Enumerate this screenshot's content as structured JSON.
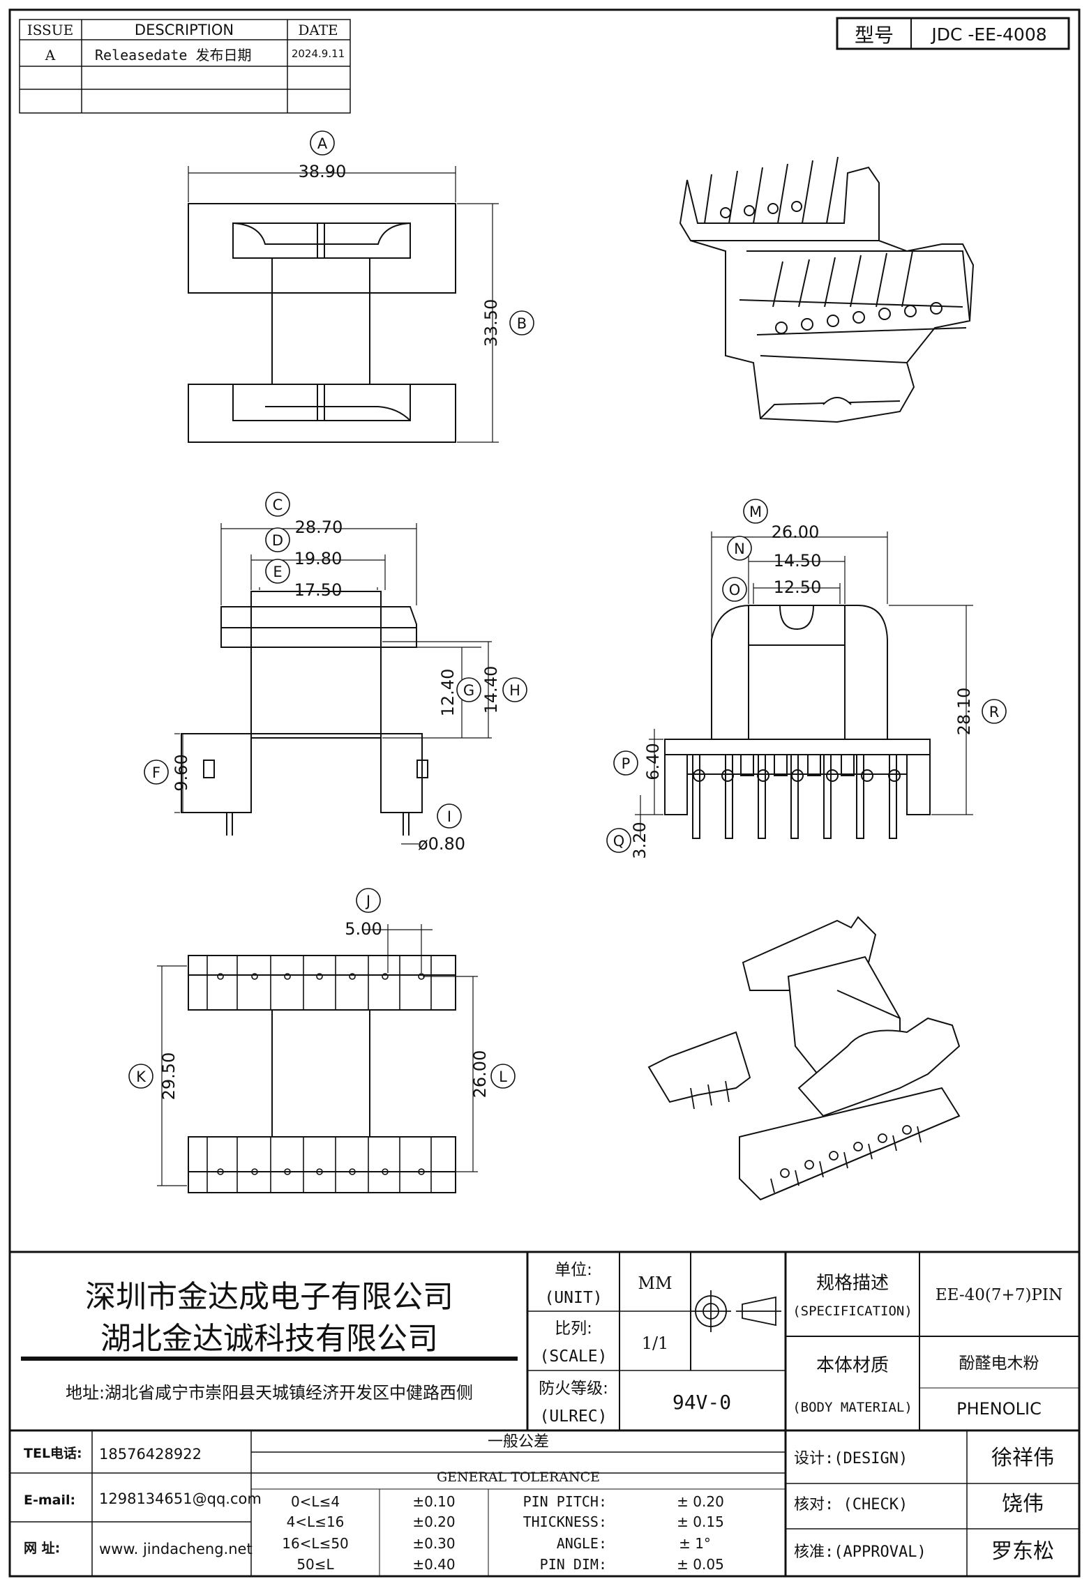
{
  "revision_table": {
    "headers": [
      "ISSUE",
      "DESCRIPTION",
      "DATE"
    ],
    "rows": [
      {
        "issue": "A",
        "description": "Releasedate 发布日期",
        "date": "2024.9.11"
      },
      {
        "issue": "",
        "description": "",
        "date": ""
      },
      {
        "issue": "",
        "description": "",
        "date": ""
      }
    ]
  },
  "model": {
    "label": "型号",
    "value": "JDC -EE-4008"
  },
  "dimensions": [
    {
      "tag": "A",
      "value": "38.90"
    },
    {
      "tag": "B",
      "value": "33.50"
    },
    {
      "tag": "C",
      "value": "28.70"
    },
    {
      "tag": "D",
      "value": "19.80"
    },
    {
      "tag": "E",
      "value": "17.50"
    },
    {
      "tag": "F",
      "value": "9.60"
    },
    {
      "tag": "G",
      "value": "12.40"
    },
    {
      "tag": "H",
      "value": "14.40"
    },
    {
      "tag": "I",
      "value": "ø0.80"
    },
    {
      "tag": "J",
      "value": "5.00"
    },
    {
      "tag": "K",
      "value": "29.50"
    },
    {
      "tag": "L",
      "value": "26.00"
    },
    {
      "tag": "M",
      "value": "26.00"
    },
    {
      "tag": "N",
      "value": "14.50"
    },
    {
      "tag": "O",
      "value": "12.50"
    },
    {
      "tag": "P",
      "value": "6.40"
    },
    {
      "tag": "Q",
      "value": "3.20"
    },
    {
      "tag": "R",
      "value": "28.10"
    }
  ],
  "company": {
    "name1": "深圳市金达成电子有限公司",
    "name2": "湖北金达诚科技有限公司",
    "address": "地址:湖北省咸宁市崇阳县天城镇经济开发区中健路西侧"
  },
  "title_block": {
    "unit_cn": "单位:",
    "unit_en": "(UNIT)",
    "unit_value": "MM",
    "scale_cn": "比列:",
    "scale_en": "(SCALE)",
    "scale_value": "1/1",
    "ul_cn": "防火等级:",
    "ul_en": "(ULREC)",
    "ul_value": "94V-0",
    "spec_cn": "规格描述",
    "spec_en": "(SPECIFICATION)",
    "spec_value": "EE-40(7+7)PIN",
    "material_cn": "本体材质",
    "material_en": "(BODY MATERIAL)",
    "material_value_cn": "酚醛电木粉",
    "material_value_en": "PHENOLIC"
  },
  "contact": {
    "tel_label": "TEL电话:",
    "tel": "18576428922",
    "email_label": "E-mail:",
    "email": "1298134651@qq.com",
    "web_label": "网  址:",
    "web": "www. jindacheng.net"
  },
  "tolerance": {
    "title_cn": "一般公差",
    "title_en": "GENERAL TOLERANCE",
    "ranges": [
      {
        "range": "0<L≤4",
        "tol": "±0.10"
      },
      {
        "range": "4<L≤16",
        "tol": "±0.20"
      },
      {
        "range": "16<L≤50",
        "tol": "±0.30"
      },
      {
        "range": "50≤L",
        "tol": "±0.40"
      }
    ],
    "items": [
      {
        "name": "PIN PITCH:",
        "tol": "±  0.20"
      },
      {
        "name": "THICKNESS:",
        "tol": "±  0.15"
      },
      {
        "name": "ANGLE:",
        "tol": "±  1°"
      },
      {
        "name": "PIN DIM:",
        "tol": "±  0.05"
      }
    ]
  },
  "approvals": [
    {
      "role": "设计:(DESIGN)",
      "name": "徐祥伟"
    },
    {
      "role": "核对: (CHECK)",
      "name": "饶伟"
    },
    {
      "role": "核准:(APPROVAL)",
      "name": "罗东松"
    }
  ]
}
